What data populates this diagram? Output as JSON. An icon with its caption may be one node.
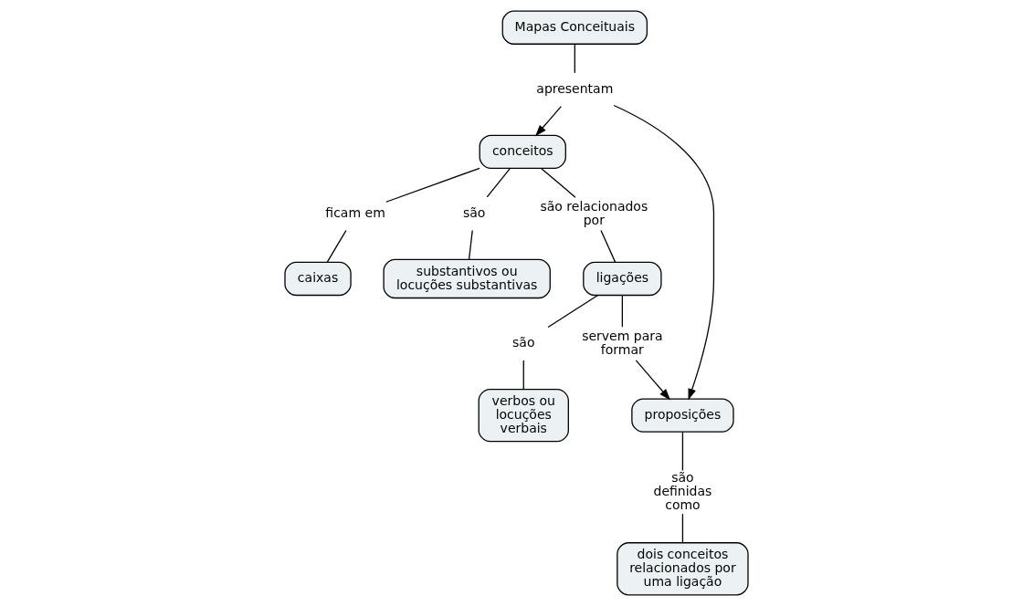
{
  "diagram": {
    "nodes": [
      {
        "text": [
          "Mapas Conceituais"
        ]
      },
      {
        "text": [
          "conceitos"
        ]
      },
      {
        "text": [
          "apresentam"
        ]
      },
      {
        "text": [
          "proposições"
        ]
      },
      {
        "text": [
          "são relacionados por"
        ]
      },
      {
        "text": [
          "servem para formar"
        ]
      },
      {
        "text": [
          "ficam em"
        ]
      },
      {
        "text": [
          "são definidas como"
        ]
      },
      {
        "text": [
          "ligações"
        ]
      },
      {
        "text": [
          "são"
        ]
      },
      {
        "text": [
          "caixas"
        ]
      },
      {
        "text": [
          "são"
        ]
      },
      {
        "text": [
          "dois conceitos relacionados por uma ligação"
        ]
      },
      {
        "text": [
          "substantivos ou locuções substantivas"
        ]
      },
      {
        "text": [
          "verbos ou locuções verbais"
        ]
      }
    ],
    "edges": [
      {
        "from": 0,
        "to": 2,
        "arrow": "none"
      },
      {
        "from": 2,
        "to": 1,
        "arrow": "to"
      },
      {
        "from": 2,
        "to": 3,
        "arrow": "to"
      },
      {
        "from": 1,
        "to": 4,
        "arrow": "none"
      },
      {
        "from": 4,
        "to": 8,
        "arrow": "none"
      },
      {
        "from": 1,
        "to": 6,
        "arrow": "none"
      },
      {
        "from": 6,
        "to": 10,
        "arrow": "none"
      },
      {
        "from": 1,
        "to": 9,
        "arrow": "none"
      },
      {
        "from": 9,
        "to": 13,
        "arrow": "none"
      },
      {
        "from": 8,
        "to": 5,
        "arrow": "none"
      },
      {
        "from": 5,
        "to": 3,
        "arrow": "to"
      },
      {
        "from": 3,
        "to": 7,
        "arrow": "none"
      },
      {
        "from": 7,
        "to": 12,
        "arrow": "none"
      },
      {
        "from": 8,
        "to": 11,
        "arrow": "none"
      },
      {
        "from": 11,
        "to": 14,
        "arrow": "none"
      }
    ]
  }
}
